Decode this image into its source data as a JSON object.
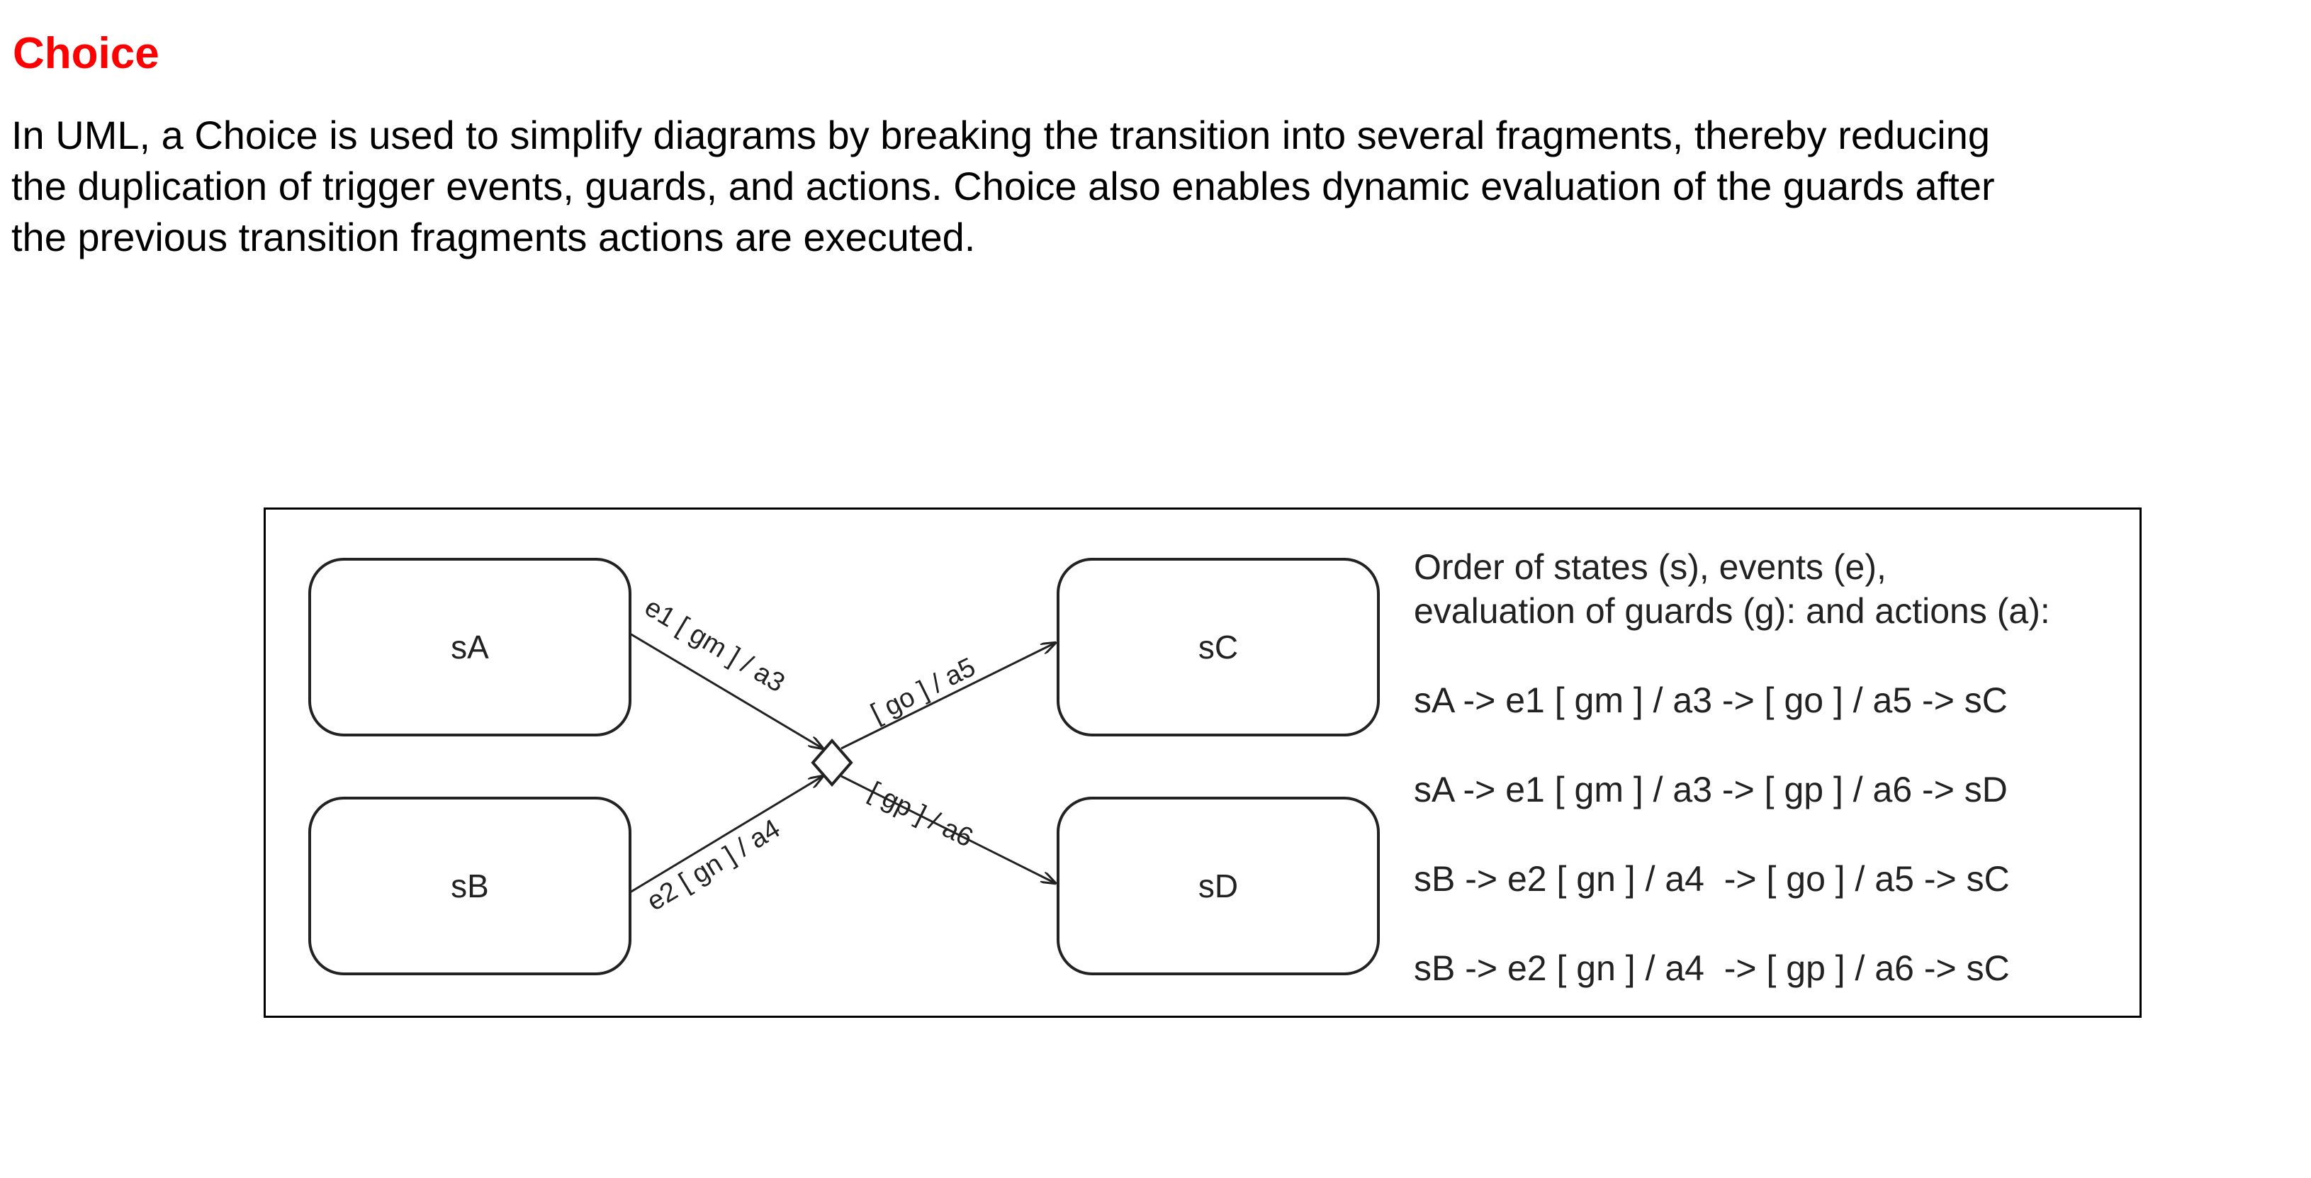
{
  "heading": {
    "title": "Choice",
    "title_color": "#ff0000"
  },
  "body_text": "In UML, a Choice is used to simplify diagrams by breaking the transition into several fragments, thereby reducing the duplication of trigger events, guards, and actions. Choice also enables dynamic evaluation of the guards after the previous transition fragments actions are executed.",
  "diagram": {
    "states": {
      "sA": "sA",
      "sB": "sB",
      "sC": "sC",
      "sD": "sD"
    },
    "choice_node": "diamond",
    "transitions": {
      "sA_to_choice": "e1 [ gm ] / a3",
      "sB_to_choice": "e2 [ gn ] / a4",
      "choice_to_sC": "[ go ] / a5",
      "choice_to_sD": "[ gp ] / a6"
    },
    "legend": {
      "heading_line1": "Order of states (s), events (e),",
      "heading_line2": "evaluation of guards (g): and actions (a):",
      "sequences": [
        "sA -> e1 [ gm ] / a3 -> [ go ] / a5 -> sC",
        "sA -> e1 [ gm ] / a3 -> [ gp ] / a6 -> sD",
        "sB -> e2 [ gn ] / a4  -> [ go ] / a5 -> sC",
        "sB -> e2 [ gn ] / a4  -> [ gp ] / a6 -> sC"
      ]
    }
  }
}
